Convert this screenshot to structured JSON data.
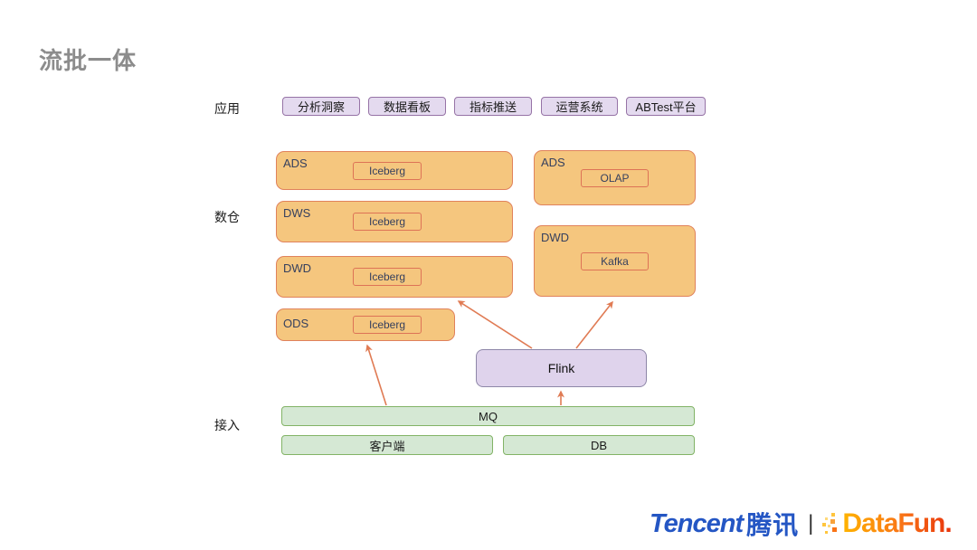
{
  "slide": {
    "title": "流批一体"
  },
  "row_labels": {
    "application": "应用",
    "warehouse": "数仓",
    "ingestion": "接入"
  },
  "applications": [
    {
      "label": "分析洞察"
    },
    {
      "label": "数据看板"
    },
    {
      "label": "指标推送"
    },
    {
      "label": "运营系统"
    },
    {
      "label": "ABTest平台"
    }
  ],
  "warehouse": {
    "left": [
      {
        "layer": "ADS",
        "tech": "Iceberg"
      },
      {
        "layer": "DWS",
        "tech": "Iceberg"
      },
      {
        "layer": "DWD",
        "tech": "Iceberg"
      },
      {
        "layer": "ODS",
        "tech": "Iceberg"
      }
    ],
    "right": [
      {
        "layer": "ADS",
        "tech": "OLAP"
      },
      {
        "layer": "DWD",
        "tech": "Kafka"
      }
    ]
  },
  "engine": {
    "label": "Flink"
  },
  "ingestion": {
    "mq": "MQ",
    "client": "客户端",
    "db": "DB"
  },
  "footer": {
    "tencent_en": "Tencent",
    "tencent_cn": "腾讯",
    "separator": "|",
    "datafun": "DataFun."
  },
  "colors": {
    "title_gray": "#8C8C8C",
    "orange_fill": "#F5C67E",
    "orange_border": "#E0825C",
    "purple_fill": "#E4DAEF",
    "purple_border": "#9673A6",
    "flink_fill": "#DFD3EC",
    "green_fill": "#D5E8D4",
    "green_border": "#82B366",
    "arrow": "#E07B54",
    "tencent_blue": "#2456C4",
    "datafun_orange": "#F97316"
  }
}
